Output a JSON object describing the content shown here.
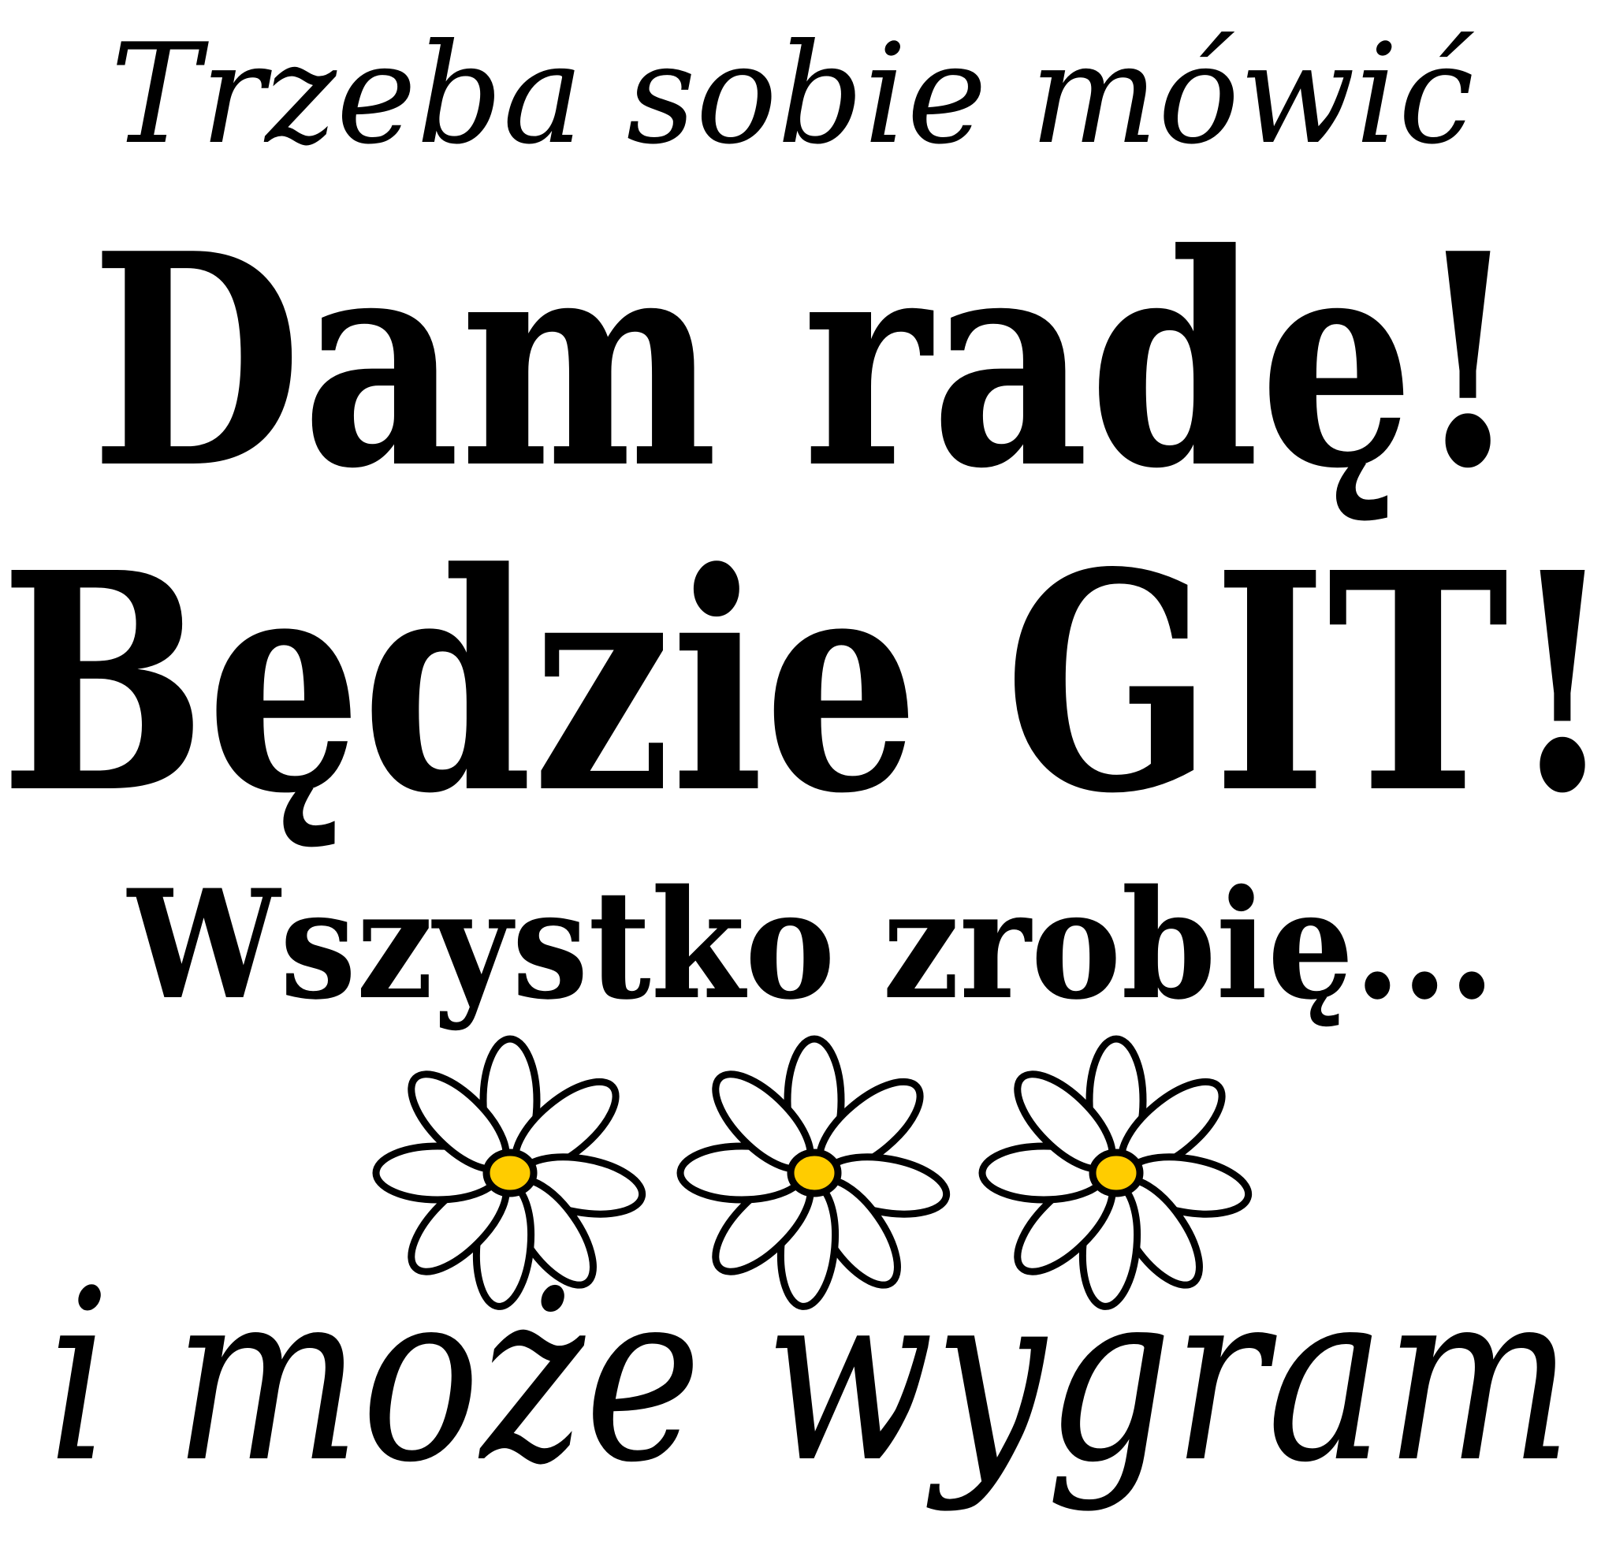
{
  "lines": {
    "line1": "Trzeba sobie mówić",
    "line2": "Dam radę!",
    "line3": "Będzie GIT!",
    "line4": "Wszystko zrobię...",
    "line5": "i może wygram"
  },
  "decorations": {
    "flower_icon": "daisy-icon",
    "flower_count": 3,
    "flower_center_color": "#FFCC00",
    "ink_color": "#000000"
  }
}
